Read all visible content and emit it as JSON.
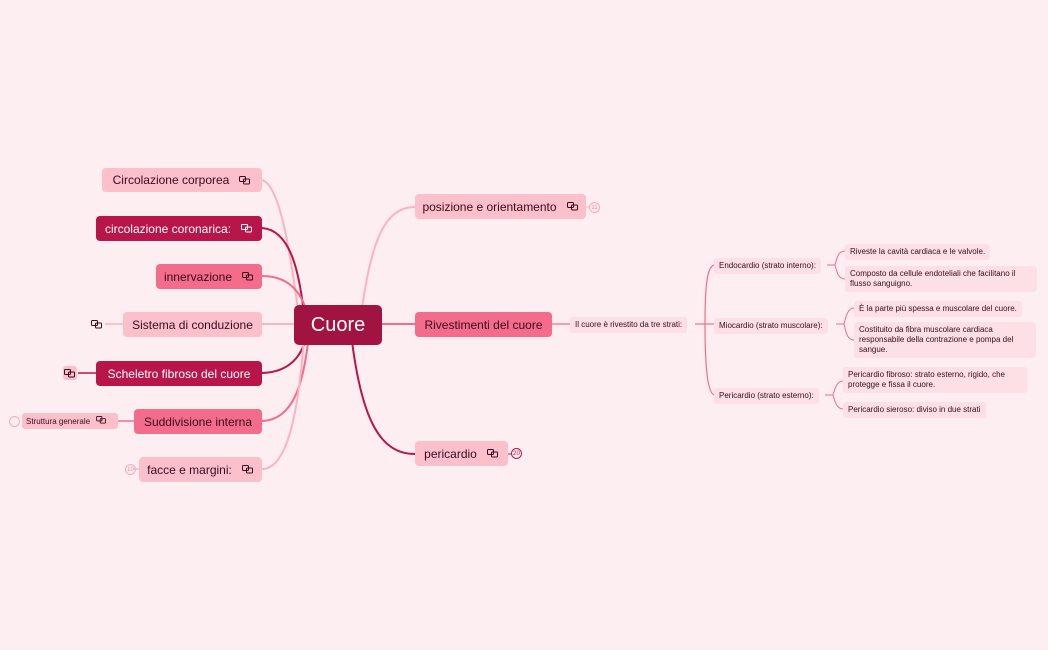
{
  "center": {
    "label": "Cuore"
  },
  "left_branches": [
    {
      "label": "Circolazione corporea",
      "icon": "link-icon"
    },
    {
      "label": "circolazione coronarica:",
      "icon": "link-icon"
    },
    {
      "label": "innervazione",
      "icon": "link-icon"
    },
    {
      "label": "Sistema di conduzione",
      "icon": "link-icon"
    },
    {
      "label": "Scheletro fibroso del cuore",
      "icon": "link-icon"
    },
    {
      "label": "Suddivisione interna",
      "icon": "link-icon",
      "child": "Struttura generale"
    },
    {
      "label": "facce e margini:",
      "icon": "link-icon"
    }
  ],
  "right_branches": {
    "posizione": {
      "label": "posizione e orientamento",
      "badge": "11"
    },
    "rivestimenti": {
      "label": "Rivestimenti del cuore",
      "sub": "Il cuore è rivestito da tre strati:"
    },
    "pericardio": {
      "label": "pericardio",
      "badge": "20"
    }
  },
  "layers": [
    {
      "label": "Endocardio (strato interno):",
      "notes": [
        "Riveste la cavità cardiaca e le valvole.",
        "Composto da cellule endoteliali che facilitano il flusso sanguigno."
      ]
    },
    {
      "label": "Miocardio (strato muscolare):",
      "notes": [
        "È la parte più spessa e muscolare del cuore.",
        "Costituito da fibra muscolare cardiaca responsabile della contrazione e pompa del sangue."
      ]
    },
    {
      "label": "Pericardio (strato esterno):",
      "notes": [
        "Pericardio fibroso: strato esterno, rigido, che protegge e fissa il cuore.",
        "Pericardio sieroso: diviso in due strati"
      ]
    }
  ],
  "badges": {
    "left_facce": "10",
    "left_struttura": ""
  },
  "colors": {
    "background": "#fdeef1",
    "center": "#a11340",
    "dark": "#b8164a",
    "mid": "#f46c8c",
    "light": "#fcc0cd"
  }
}
